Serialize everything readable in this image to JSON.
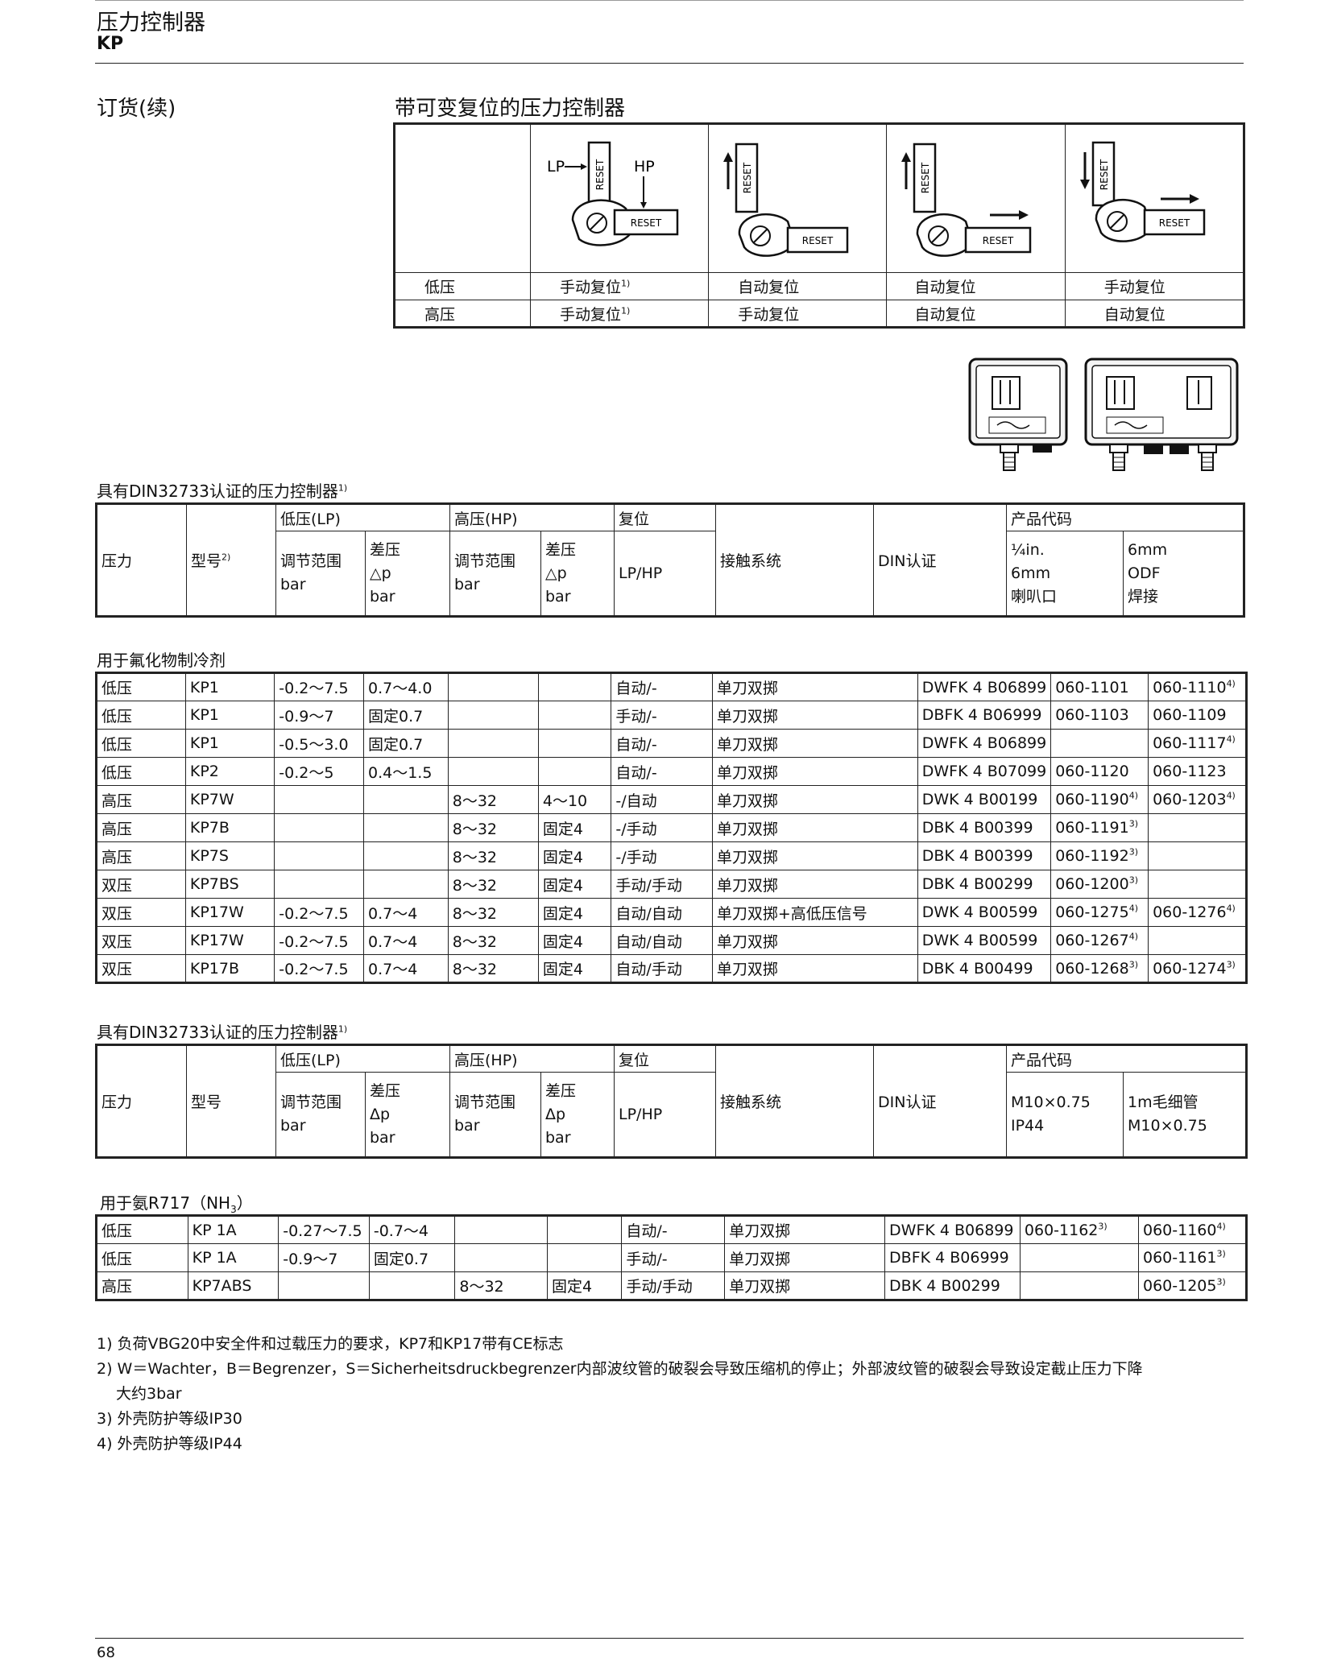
{
  "header": {
    "title": "压力控制器",
    "subtitle": "KP",
    "page_number": "68"
  },
  "section": {
    "title": "订货(续)"
  },
  "reset_table": {
    "caption": "带可变复位的压力控制器",
    "diagram_labels": {
      "lp": "LP",
      "hp": "HP",
      "reset": "RESET"
    },
    "rows": [
      {
        "label": "低压",
        "cells": [
          "手动复位",
          "自动复位",
          "自动复位",
          "手动复位"
        ],
        "note": "1)"
      },
      {
        "label": "高压",
        "cells": [
          "手动复位",
          "手动复位",
          "自动复位",
          "自动复位"
        ],
        "note": "1)"
      }
    ]
  },
  "table1": {
    "caption": "具有DIN32733认证的压力控制器",
    "caption_note": "1)",
    "h": {
      "pressure": "压力",
      "model": "型号",
      "model_note": "2)",
      "lp": "低压(LP)",
      "hp": "高压(HP)",
      "reset": "复位",
      "range1": "调节范围",
      "range2": "bar",
      "diff1": "差压",
      "diff2": "△p",
      "diff3": "bar",
      "lphp": "LP/HP",
      "contact": "接触系统",
      "din": "DIN认证",
      "code": "产品代码",
      "c1a": "¼in.",
      "c1b": "6mm",
      "c1c": "喇叭口",
      "c2a": "6mm",
      "c2b": "ODF",
      "c2c": "焊接"
    },
    "group": "用于氟化物制冷剂",
    "rows": [
      {
        "p": "低压",
        "m": "KP1",
        "lr": "-0.2～7.5",
        "ld": "0.7～4.0",
        "hr": "",
        "hd": "",
        "r": "自动/-",
        "c": "单刀双掷",
        "d": "DWFK 4 B06899",
        "c1": "060-1101",
        "c1n": "",
        "c2": "060-1110",
        "c2n": "4)"
      },
      {
        "p": "低压",
        "m": "KP1",
        "lr": "-0.9～7",
        "ld": "固定0.7",
        "hr": "",
        "hd": "",
        "r": "手动/-",
        "c": "单刀双掷",
        "d": "DBFK 4 B06999",
        "c1": "060-1103",
        "c1n": "",
        "c2": "060-1109",
        "c2n": ""
      },
      {
        "p": "低压",
        "m": "KP1",
        "lr": "-0.5～3.0",
        "ld": "固定0.7",
        "hr": "",
        "hd": "",
        "r": "自动/-",
        "c": "单刀双掷",
        "d": "DWFK 4 B06899",
        "c1": "",
        "c1n": "",
        "c2": "060-1117",
        "c2n": "4)"
      },
      {
        "p": "低压",
        "m": "KP2",
        "lr": "-0.2～5",
        "ld": "0.4～1.5",
        "hr": "",
        "hd": "",
        "r": "自动/-",
        "c": "单刀双掷",
        "d": "DWFK 4 B07099",
        "c1": "060-1120",
        "c1n": "",
        "c2": "060-1123",
        "c2n": ""
      },
      {
        "p": "高压",
        "m": "KP7W",
        "lr": "",
        "ld": "",
        "hr": "8～32",
        "hd": "4～10",
        "r": "-/自动",
        "c": "单刀双掷",
        "d": "DWK 4 B00199",
        "c1": "060-1190",
        "c1n": "4)",
        "c2": "060-1203",
        "c2n": "4)"
      },
      {
        "p": "高压",
        "m": "KP7B",
        "lr": "",
        "ld": "",
        "hr": "8～32",
        "hd": "固定4",
        "r": "-/手动",
        "c": "单刀双掷",
        "d": "DBK 4 B00399",
        "c1": "060-1191",
        "c1n": "3)",
        "c2": "",
        "c2n": ""
      },
      {
        "p": "高压",
        "m": "KP7S",
        "lr": "",
        "ld": "",
        "hr": "8～32",
        "hd": "固定4",
        "r": "-/手动",
        "c": "单刀双掷",
        "d": "DBK 4 B00399",
        "c1": "060-1192",
        "c1n": "3)",
        "c2": "",
        "c2n": ""
      },
      {
        "p": "双压",
        "m": "KP7BS",
        "lr": "",
        "ld": "",
        "hr": "8～32",
        "hd": "固定4",
        "r": "手动/手动",
        "c": "单刀双掷",
        "d": "DBK 4 B00299",
        "c1": "060-1200",
        "c1n": "3)",
        "c2": "",
        "c2n": ""
      },
      {
        "p": "双压",
        "m": "KP17W",
        "lr": "-0.2～7.5",
        "ld": "0.7～4",
        "hr": "8～32",
        "hd": "固定4",
        "r": "自动/自动",
        "c": "单刀双掷+高低压信号",
        "d": "DWK 4 B00599",
        "c1": "060-1275",
        "c1n": "4)",
        "c2": "060-1276",
        "c2n": "4)"
      },
      {
        "p": "双压",
        "m": "KP17W",
        "lr": "-0.2～7.5",
        "ld": "0.7～4",
        "hr": "8～32",
        "hd": "固定4",
        "r": "自动/自动",
        "c": "单刀双掷",
        "d": "DWK 4 B00599",
        "c1": "060-1267",
        "c1n": "4)",
        "c2": "",
        "c2n": ""
      },
      {
        "p": "双压",
        "m": "KP17B",
        "lr": "-0.2～7.5",
        "ld": "0.7～4",
        "hr": "8～32",
        "hd": "固定4",
        "r": "自动/手动",
        "c": "单刀双掷",
        "d": "DBK 4 B00499",
        "c1": "060-1268",
        "c1n": "3)",
        "c2": "060-1274",
        "c2n": "3)"
      }
    ]
  },
  "table2": {
    "caption": "具有DIN32733认证的压力控制器",
    "caption_note": "1)",
    "h": {
      "pressure": "压力",
      "model": "型号",
      "lp": "低压(LP)",
      "hp": "高压(HP)",
      "reset": "复位",
      "range1": "调节范围",
      "range2": "bar",
      "diff1": "差压",
      "diff2": "Δp",
      "diff3": "bar",
      "lphp": "LP/HP",
      "contact": "接触系统",
      "din": "DIN认证",
      "code": "产品代码",
      "c1a": "M10×0.75",
      "c1b": "IP44",
      "c2a": "1m毛细管",
      "c2b": "M10×0.75"
    },
    "group": "用于氨R717（NH",
    "group_sub": "3",
    "group_end": "）",
    "rows": [
      {
        "p": "低压",
        "m": "KP 1A",
        "lr": "-0.27～7.5",
        "ld": "-0.7～4",
        "hr": "",
        "hd": "",
        "r": "自动/-",
        "c": "单刀双掷",
        "d": "DWFK 4 B06899",
        "c1": "060-1162",
        "c1n": "3)",
        "c2": "060-1160",
        "c2n": "4)"
      },
      {
        "p": "低压",
        "m": "KP 1A",
        "lr": "-0.9～7",
        "ld": "固定0.7",
        "hr": "",
        "hd": "",
        "r": "手动/-",
        "c": "单刀双掷",
        "d": "DBFK 4 B06999",
        "c1": "",
        "c1n": "",
        "c2": "060-1161",
        "c2n": "3)"
      },
      {
        "p": "高压",
        "m": "KP7ABS",
        "lr": "",
        "ld": "",
        "hr": "8～32",
        "hd": "固定4",
        "r": "手动/手动",
        "c": "单刀双掷",
        "d": "DBK 4 B00299",
        "c1": "",
        "c1n": "",
        "c2": "060-1205",
        "c2n": "3)"
      }
    ]
  },
  "footnotes": [
    "1) 负荷VBG20中安全件和过载压力的要求，KP7和KP17带有CE标志",
    "2) W＝Wachter，B＝Begrenzer，S＝Sicherheitsdruckbegrenzer内部波纹管的破裂会导致压缩机的停止；外部波纹管的破裂会导致设定截止压力下降",
    "大约3bar",
    "3) 外壳防护等级IP30",
    "4) 外壳防护等级IP44"
  ]
}
